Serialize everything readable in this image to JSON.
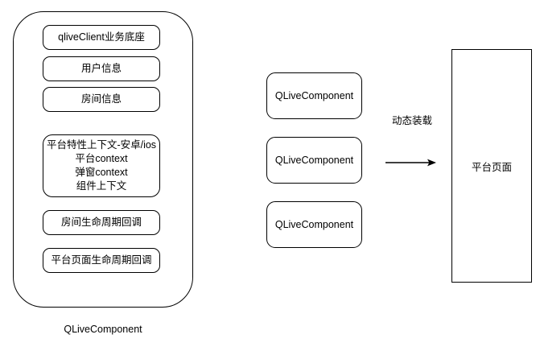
{
  "diagram": {
    "left_group": {
      "caption": "QLiveComponent",
      "boxes": [
        {
          "label": "qliveClient业务底座"
        },
        {
          "label": "用户信息"
        },
        {
          "label": "房间信息"
        },
        {
          "lines": [
            "平台特性上下文-安卓/ios",
            "平台context",
            "弹窗context",
            "组件上下文"
          ]
        },
        {
          "label": "房间生命周期回调"
        },
        {
          "label": "平台页面生命周期回调"
        }
      ]
    },
    "middle_column": {
      "boxes": [
        {
          "label": "QLiveComponent"
        },
        {
          "label": "QLiveComponent"
        },
        {
          "label": "QLiveComponent"
        }
      ]
    },
    "connector": {
      "label": "动态装载",
      "arrow_icon": "arrow-right-icon"
    },
    "right_page": {
      "label": "平台页面"
    },
    "colors": {
      "stroke": "#000000",
      "fill": "#ffffff",
      "text": "#000000"
    }
  }
}
